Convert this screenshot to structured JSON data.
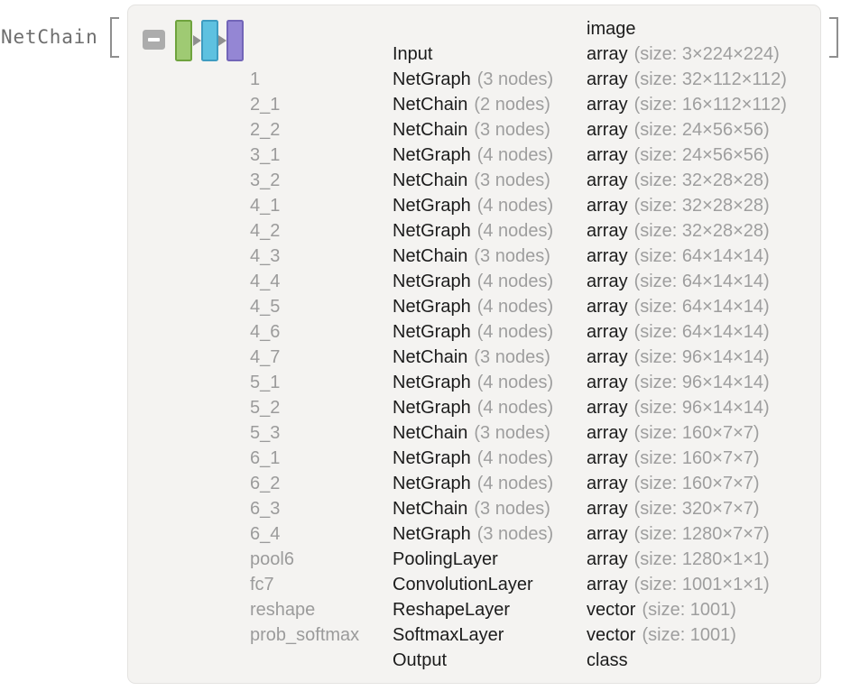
{
  "label": {
    "text": "NetChain",
    "open_bracket": "[",
    "close_bracket": "]"
  },
  "summary": {
    "collapse_button": {
      "icon": "minus",
      "color": "#acacac",
      "glyph_color": "#ffffff"
    },
    "net_diagram": {
      "arrow_color": "#8f8f8f",
      "bars": [
        {
          "id": "input-bar",
          "fill": "#9fca73",
          "border": "#6fa33e"
        },
        {
          "id": "hidden-bar",
          "fill": "#5ec1e0",
          "border": "#3e9cc1"
        },
        {
          "id": "output-bar",
          "fill": "#9486d4",
          "border": "#7265b8"
        }
      ]
    }
  },
  "table": {
    "rows": [
      {
        "name": "",
        "type": "",
        "type_note": "",
        "value": "image",
        "value_note": ""
      },
      {
        "name": "",
        "type": "Input",
        "type_note": "",
        "value": "array",
        "value_note": "(size: 3×224×224)"
      },
      {
        "name": "1",
        "type": "NetGraph",
        "type_note": "(3 nodes)",
        "value": "array",
        "value_note": "(size: 32×112×112)"
      },
      {
        "name": "2_1",
        "type": "NetChain",
        "type_note": "(2 nodes)",
        "value": "array",
        "value_note": "(size: 16×112×112)"
      },
      {
        "name": "2_2",
        "type": "NetChain",
        "type_note": "(3 nodes)",
        "value": "array",
        "value_note": "(size: 24×56×56)"
      },
      {
        "name": "3_1",
        "type": "NetGraph",
        "type_note": "(4 nodes)",
        "value": "array",
        "value_note": "(size: 24×56×56)"
      },
      {
        "name": "3_2",
        "type": "NetChain",
        "type_note": "(3 nodes)",
        "value": "array",
        "value_note": "(size: 32×28×28)"
      },
      {
        "name": "4_1",
        "type": "NetGraph",
        "type_note": "(4 nodes)",
        "value": "array",
        "value_note": "(size: 32×28×28)"
      },
      {
        "name": "4_2",
        "type": "NetGraph",
        "type_note": "(4 nodes)",
        "value": "array",
        "value_note": "(size: 32×28×28)"
      },
      {
        "name": "4_3",
        "type": "NetChain",
        "type_note": "(3 nodes)",
        "value": "array",
        "value_note": "(size: 64×14×14)"
      },
      {
        "name": "4_4",
        "type": "NetGraph",
        "type_note": "(4 nodes)",
        "value": "array",
        "value_note": "(size: 64×14×14)"
      },
      {
        "name": "4_5",
        "type": "NetGraph",
        "type_note": "(4 nodes)",
        "value": "array",
        "value_note": "(size: 64×14×14)"
      },
      {
        "name": "4_6",
        "type": "NetGraph",
        "type_note": "(4 nodes)",
        "value": "array",
        "value_note": "(size: 64×14×14)"
      },
      {
        "name": "4_7",
        "type": "NetChain",
        "type_note": "(3 nodes)",
        "value": "array",
        "value_note": "(size: 96×14×14)"
      },
      {
        "name": "5_1",
        "type": "NetGraph",
        "type_note": "(4 nodes)",
        "value": "array",
        "value_note": "(size: 96×14×14)"
      },
      {
        "name": "5_2",
        "type": "NetGraph",
        "type_note": "(4 nodes)",
        "value": "array",
        "value_note": "(size: 96×14×14)"
      },
      {
        "name": "5_3",
        "type": "NetChain",
        "type_note": "(3 nodes)",
        "value": "array",
        "value_note": "(size: 160×7×7)"
      },
      {
        "name": "6_1",
        "type": "NetGraph",
        "type_note": "(4 nodes)",
        "value": "array",
        "value_note": "(size: 160×7×7)"
      },
      {
        "name": "6_2",
        "type": "NetGraph",
        "type_note": "(4 nodes)",
        "value": "array",
        "value_note": "(size: 160×7×7)"
      },
      {
        "name": "6_3",
        "type": "NetChain",
        "type_note": "(3 nodes)",
        "value": "array",
        "value_note": "(size: 320×7×7)"
      },
      {
        "name": "6_4",
        "type": "NetGraph",
        "type_note": "(3 nodes)",
        "value": "array",
        "value_note": "(size: 1280×7×7)"
      },
      {
        "name": "pool6",
        "type": "PoolingLayer",
        "type_note": "",
        "value": "array",
        "value_note": "(size: 1280×1×1)"
      },
      {
        "name": "fc7",
        "type": "ConvolutionLayer",
        "type_note": "",
        "value": "array",
        "value_note": "(size: 1001×1×1)"
      },
      {
        "name": "reshape",
        "type": "ReshapeLayer",
        "type_note": "",
        "value": "vector",
        "value_note": "(size: 1001)"
      },
      {
        "name": "prob_softmax",
        "type": "SoftmaxLayer",
        "type_note": "",
        "value": "vector",
        "value_note": "(size: 1001)"
      },
      {
        "name": "",
        "type": "Output",
        "type_note": "",
        "value": "class",
        "value_note": ""
      }
    ]
  }
}
